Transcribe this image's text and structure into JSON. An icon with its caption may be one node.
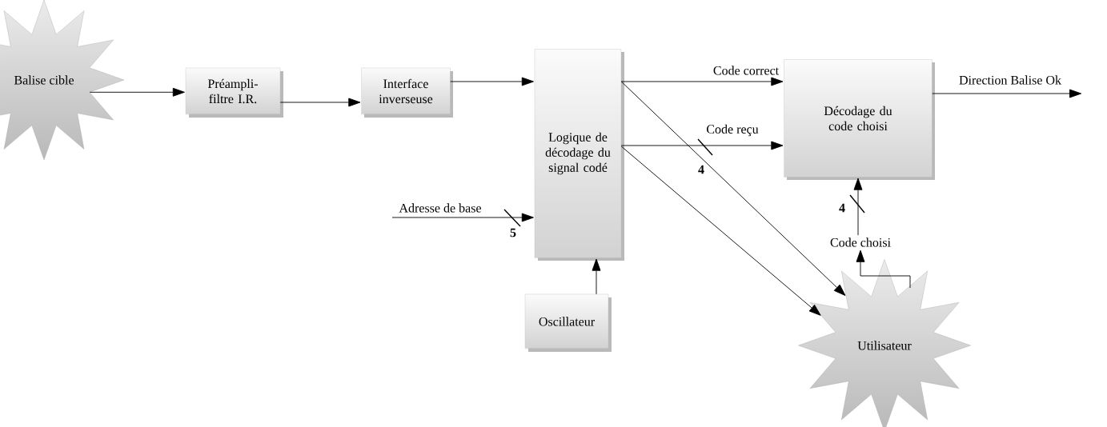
{
  "diagram": {
    "nodes": [
      {
        "text": [
          "Balise cible"
        ]
      },
      {
        "text": [
          "Préampli-filtre I.R."
        ]
      },
      {
        "text": [
          "Interface inverseuse"
        ]
      },
      {
        "text": [
          "Logique de décodage du signal codé"
        ]
      },
      {
        "text": [
          "Oscillateur"
        ]
      },
      {
        "text": [
          "Décodage du code choisi"
        ]
      },
      {
        "text": [
          "Utilisateur"
        ]
      },
      {
        "text": [
          "Code choisi"
        ]
      }
    ],
    "edges": [
      {
        "from": 0,
        "to": 1,
        "arrow": "to"
      },
      {
        "from": 1,
        "to": 2,
        "arrow": "to"
      },
      {
        "from": 2,
        "to": 3,
        "arrow": "to"
      },
      {
        "from": 3,
        "to": 5,
        "arrow": "to",
        "label": "Code correct"
      },
      {
        "from": 3,
        "to": 5,
        "arrow": "to",
        "label": "Code reçu"
      },
      {
        "from": 3,
        "to": 6,
        "arrow": "to"
      },
      {
        "from": 3,
        "to": 6,
        "arrow": "to"
      },
      {
        "from": null,
        "to": 3,
        "arrow": "to",
        "label": "Adresse de base"
      },
      {
        "from": 4,
        "to": 3,
        "arrow": "to"
      },
      {
        "from": 5,
        "to": null,
        "arrow": "to",
        "label": "Direction Balise Ok"
      },
      {
        "from": 6,
        "to": 7,
        "arrow": "to"
      },
      {
        "from": 7,
        "to": 5,
        "arrow": "to"
      }
    ],
    "labels": [
      "4",
      "5",
      "4"
    ]
  }
}
